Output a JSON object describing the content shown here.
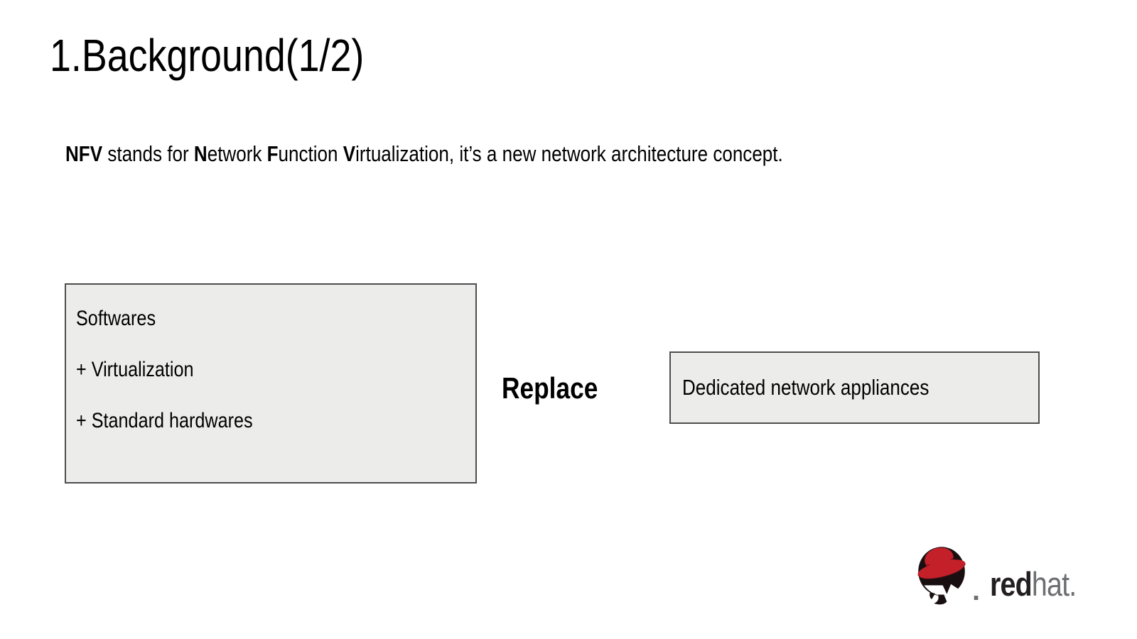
{
  "slide": {
    "title": "1.Background(1/2)",
    "background_color": "#ffffff",
    "text_color": "#000000"
  },
  "intro": {
    "segments": [
      {
        "text": "NFV",
        "bold": true
      },
      {
        "text": " stands for ",
        "bold": false
      },
      {
        "text": "N",
        "bold": true
      },
      {
        "text": "etwork ",
        "bold": false
      },
      {
        "text": "F",
        "bold": true
      },
      {
        "text": "unction ",
        "bold": false
      },
      {
        "text": "V",
        "bold": true
      },
      {
        "text": "irtualization, it’s a new network architecture concept.",
        "bold": false
      }
    ]
  },
  "diagram": {
    "left_box": {
      "lines": [
        "Softwares",
        "+ Virtualization",
        "+ Standard hardwares"
      ],
      "fill": "#ececeb",
      "border": "#4d4d4d"
    },
    "relation_label": "Replace",
    "right_box": {
      "text": "Dedicated network appliances",
      "fill": "#ececeb",
      "border": "#4d4d4d"
    }
  },
  "logo": {
    "icon": "redhat-shadowman-hat-icon",
    "word_bold": "red",
    "word_light": "hat",
    "period": ".",
    "brand_red": "#c3202a",
    "brand_dark": "#231f20",
    "brand_gray": "#6d6e71"
  }
}
